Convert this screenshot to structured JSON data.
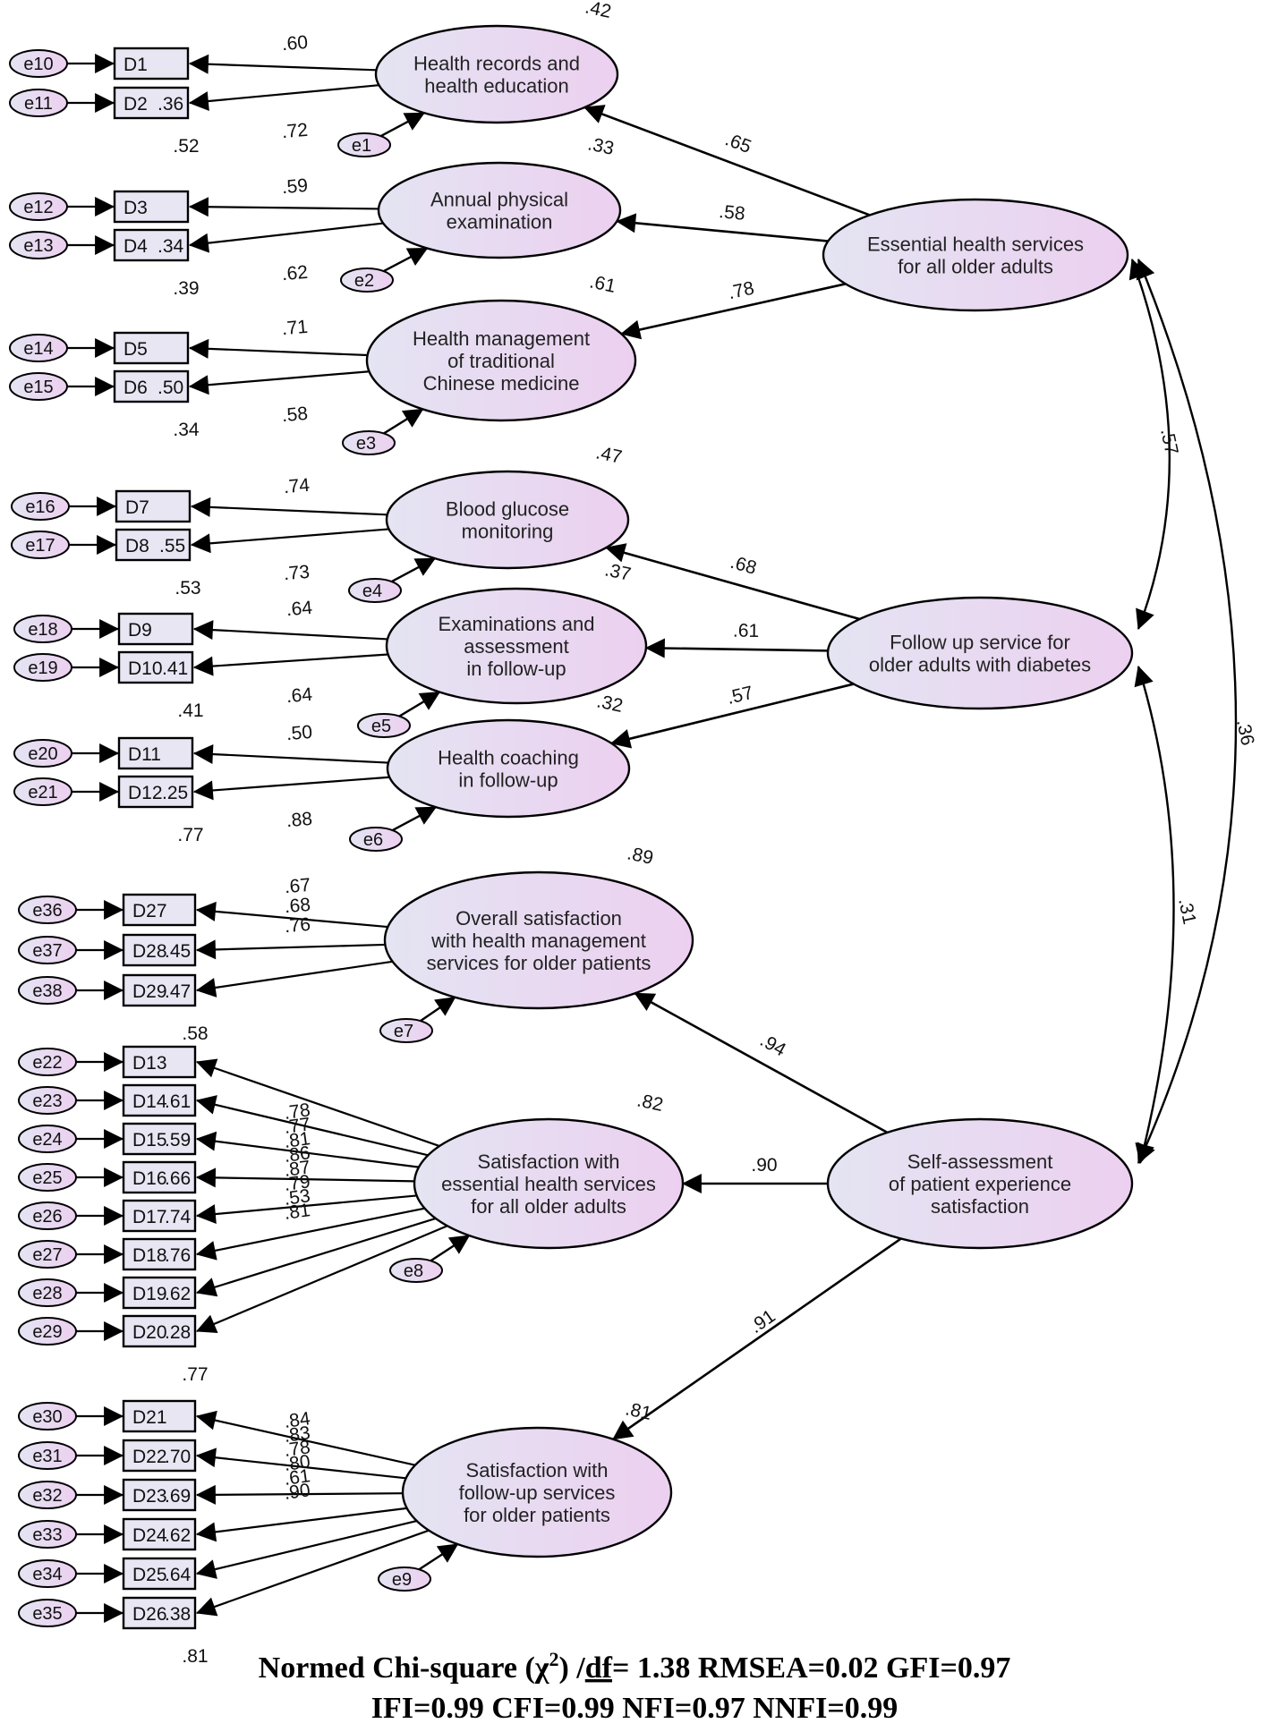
{
  "factors": {
    "essential": {
      "label": [
        "Essential health services",
        "for all older adults"
      ]
    },
    "followup": {
      "label": [
        "Follow up service for",
        "older adults with diabetes"
      ]
    },
    "selfassess": {
      "label": [
        "Self-assessment",
        "of patient experience",
        "satisfaction"
      ]
    }
  },
  "subfactors": [
    {
      "id": "f1",
      "label": [
        "Health records and",
        "health education"
      ],
      "r2": ".42",
      "err": "e1",
      "path": ".65",
      "items": [
        {
          "name": "D1",
          "err": "e10",
          "load": ".60",
          "r2": ""
        },
        {
          "name": "D2",
          "err": "e11",
          "load": ".72",
          "r2": ".36"
        }
      ],
      "item_r2_below": ".52"
    },
    {
      "id": "f2",
      "label": [
        "Annual physical",
        "examination"
      ],
      "r2": ".33",
      "err": "e2",
      "path": ".58",
      "items": [
        {
          "name": "D3",
          "err": "e12",
          "load": ".59",
          "r2": ""
        },
        {
          "name": "D4",
          "err": "e13",
          "load": ".62",
          "r2": ".34"
        }
      ],
      "item_r2_below": ".39"
    },
    {
      "id": "f3",
      "label": [
        "Health management",
        "of traditional",
        "Chinese medicine"
      ],
      "r2": ".61",
      "err": "e3",
      "path": ".78",
      "items": [
        {
          "name": "D5",
          "err": "e14",
          "load": ".71",
          "r2": ""
        },
        {
          "name": "D6",
          "err": "e15",
          "load": ".58",
          "r2": ".50"
        }
      ],
      "item_r2_below": ".34"
    },
    {
      "id": "f4",
      "label": [
        "Blood glucose",
        "monitoring"
      ],
      "r2": ".47",
      "err": "e4",
      "path": ".68",
      "items": [
        {
          "name": "D7",
          "err": "e16",
          "load": ".74",
          "r2": ""
        },
        {
          "name": "D8",
          "err": "e17",
          "load": ".73",
          "r2": ".55"
        }
      ],
      "item_r2_below": ".53"
    },
    {
      "id": "f5",
      "label": [
        "Examinations and",
        "assessment",
        "in follow-up"
      ],
      "r2": ".37",
      "err": "e5",
      "path": ".61",
      "items": [
        {
          "name": "D9",
          "err": "e18",
          "load": ".64",
          "r2": ""
        },
        {
          "name": "D10",
          "err": "e19",
          "load": ".64",
          "r2": ".41"
        }
      ],
      "item_r2_below": ".41"
    },
    {
      "id": "f6",
      "label": [
        "Health coaching",
        "in follow-up"
      ],
      "r2": ".32",
      "err": "e6",
      "path": ".57",
      "items": [
        {
          "name": "D11",
          "err": "e20",
          "load": ".50",
          "r2": ""
        },
        {
          "name": "D12",
          "err": "e21",
          "load": ".88",
          "r2": ".25"
        }
      ],
      "item_r2_below": ".77"
    },
    {
      "id": "f7",
      "label": [
        "Overall satisfaction",
        "with health management",
        "services for older patients"
      ],
      "r2": ".89",
      "err": "e7",
      "path": ".94",
      "items": [
        {
          "name": "D27",
          "err": "e36",
          "load": ".67",
          "r2": ""
        },
        {
          "name": "D28",
          "err": "e37",
          "load": ".68",
          "r2": ".45"
        },
        {
          "name": "D29",
          "err": "e38",
          "load": ".76",
          "r2": ".47"
        }
      ],
      "item_r2_below": ".58"
    },
    {
      "id": "f8",
      "label": [
        "Satisfaction with",
        "essential health services",
        "for all older adults"
      ],
      "r2": ".82",
      "err": "e8",
      "path": ".90",
      "items": [
        {
          "name": "D13",
          "err": "e22",
          "load": ".78",
          "r2": ""
        },
        {
          "name": "D14",
          "err": "e23",
          "load": ".77",
          "r2": ".61"
        },
        {
          "name": "D15",
          "err": "e24",
          "load": ".81",
          "r2": ".59"
        },
        {
          "name": "D16",
          "err": "e25",
          "load": ".86",
          "r2": ".66"
        },
        {
          "name": "D17",
          "err": "e26",
          "load": ".87",
          "r2": ".74"
        },
        {
          "name": "D18",
          "err": "e27",
          "load": ".79",
          "r2": ".76"
        },
        {
          "name": "D19",
          "err": "e28",
          "load": ".53",
          "r2": ".62"
        },
        {
          "name": "D20",
          "err": "e29",
          "load": ".81",
          "r2": ".28"
        }
      ],
      "item_r2_below": ".77"
    },
    {
      "id": "f9",
      "label": [
        "Satisfaction with",
        "follow-up services",
        "for older patients"
      ],
      "r2": ".81",
      "err": "e9",
      "path": ".91",
      "items": [
        {
          "name": "D21",
          "err": "e30",
          "load": ".84",
          "r2": ""
        },
        {
          "name": "D22",
          "err": "e31",
          "load": ".83",
          "r2": ".70"
        },
        {
          "name": "D23",
          "err": "e32",
          "load": ".78",
          "r2": ".69"
        },
        {
          "name": "D24",
          "err": "e33",
          "load": ".80",
          "r2": ".62"
        },
        {
          "name": "D25",
          "err": "e34",
          "load": ".61",
          "r2": ".64"
        },
        {
          "name": "D26",
          "err": "e35",
          "load": ".90",
          "r2": ".38"
        }
      ],
      "item_r2_below": ".81"
    }
  ],
  "correlations": {
    "essential_followup": ".57",
    "essential_selfassess": ".36",
    "followup_selfassess": ".31"
  },
  "fit": {
    "line1_a": "Normed Chi-square (χ",
    "line1_sup": "2",
    "line1_b": ") /",
    "line1_df": "df",
    "line1_c": "= 1.38   RMSEA=0.02    GFI=0.97",
    "line2": "IFI=0.99    CFI=0.99   NFI=0.97    NNFI=0.99"
  },
  "colors": {
    "fill_start": "#e4e4f2",
    "fill_end": "#ecd0f0",
    "stroke": "#000000"
  }
}
